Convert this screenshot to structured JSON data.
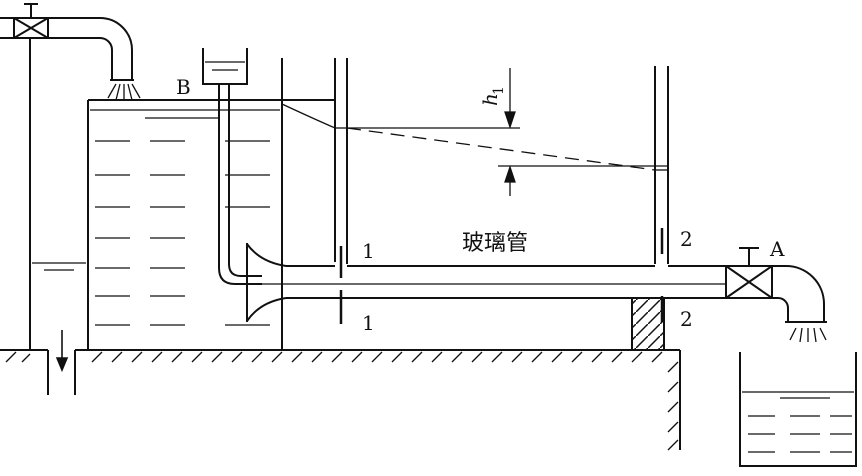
{
  "labels": {
    "point_b": "B",
    "point_a": "A",
    "tube_label": "玻璃管",
    "section1_top": "1",
    "section1_bottom": "1",
    "section2_top": "2",
    "section2_bottom": "2",
    "h_symbol": "h",
    "h_subscript": "1"
  },
  "colors": {
    "stroke": "#111111",
    "background": "#ffffff"
  }
}
